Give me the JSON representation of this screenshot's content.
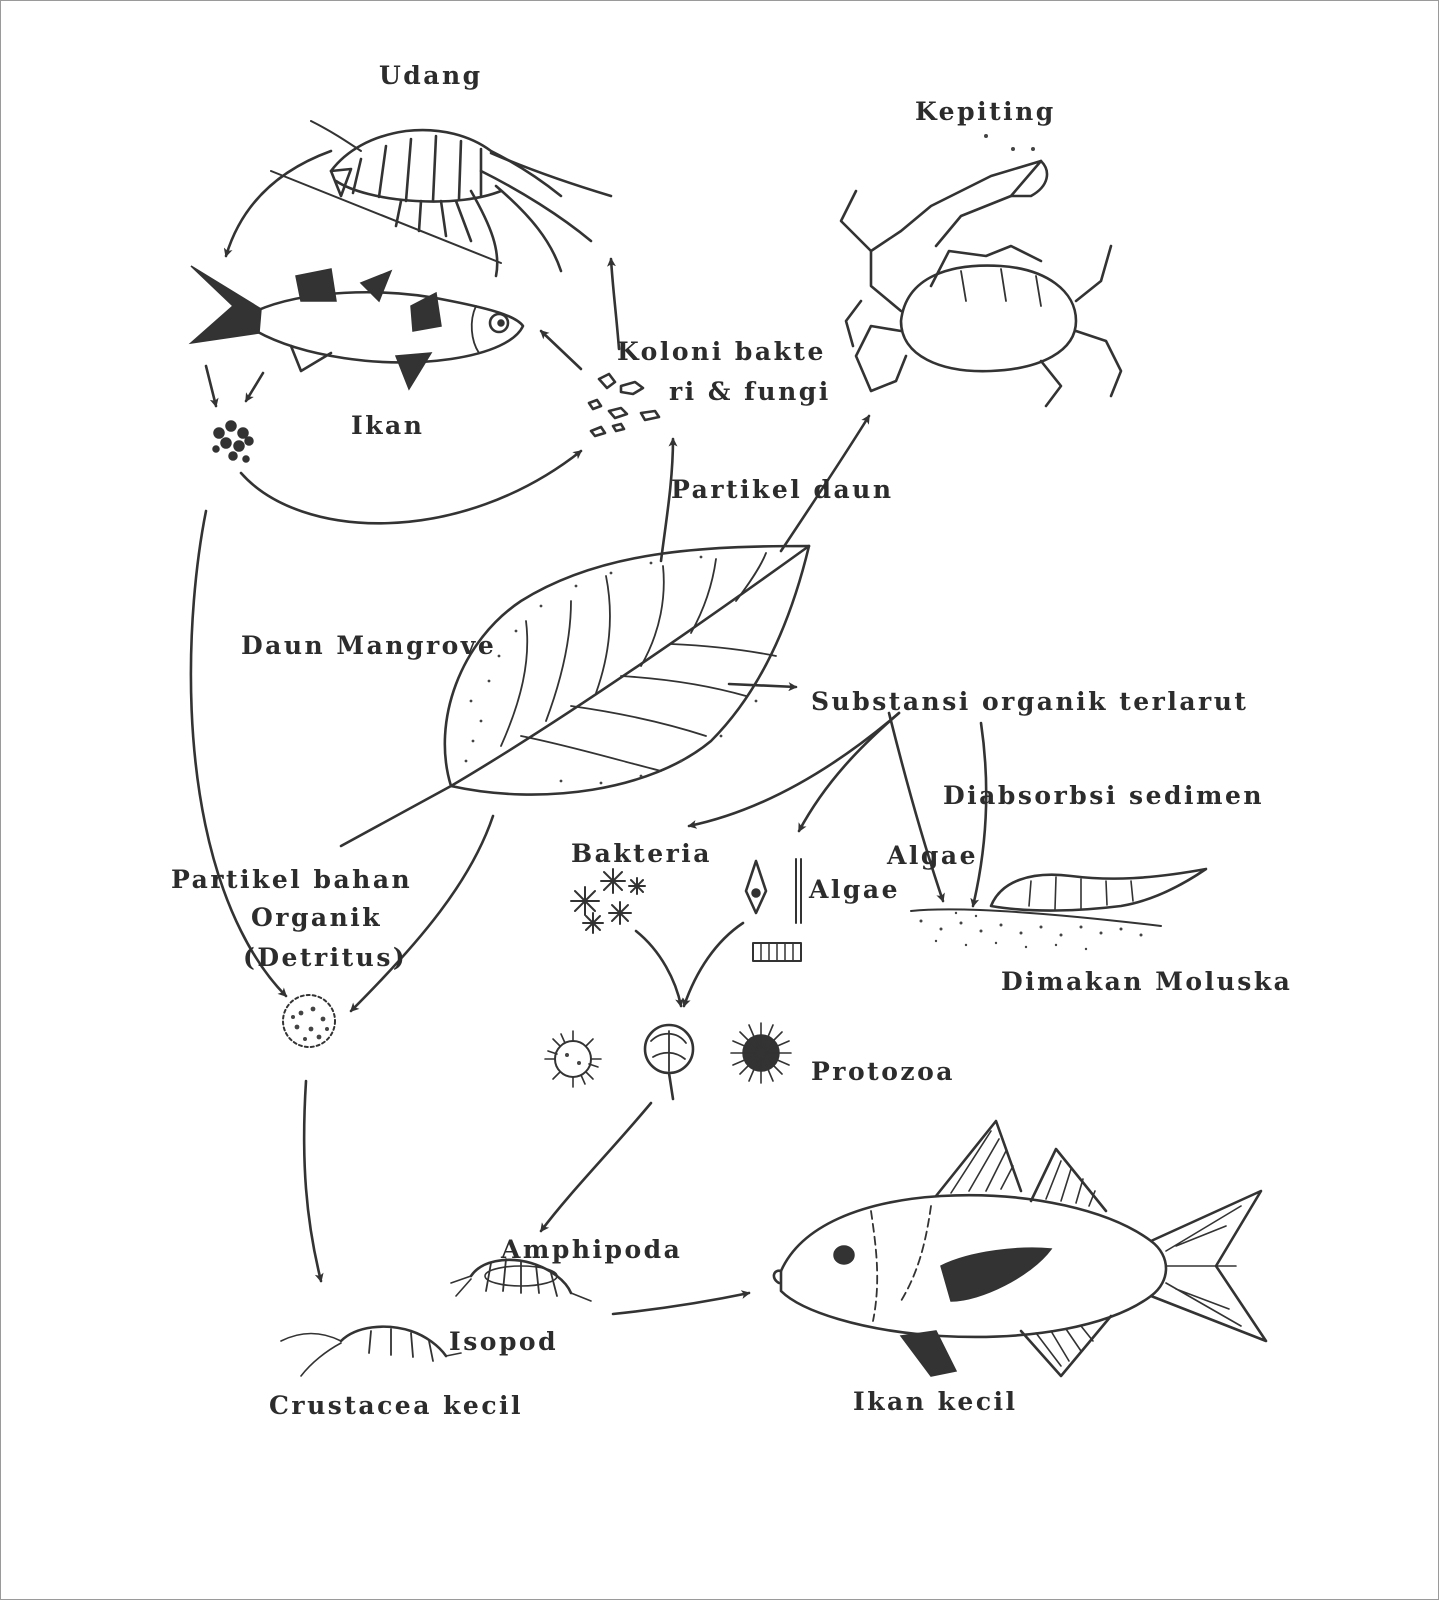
{
  "labels": {
    "udang": "Udang",
    "kepiting": "Kepiting",
    "ikan": "Ikan",
    "koloni_line1": "Koloni bakte",
    "koloni_line2": "ri & fungi",
    "partikel_daun": "Partikel daun",
    "daun_mangrove": "Daun Mangrove",
    "substansi": "Substansi organik terlarut",
    "diabsorbsi": "Diabsorbsi sedimen",
    "bakteria": "Bakteria",
    "algae_upper": "Algae",
    "algae_lower": "Algae",
    "detritus_line1": "Partikel bahan",
    "detritus_line2": "Organik",
    "detritus_line3": "(Detritus)",
    "dimakan_moluska": "Dimakan Moluska",
    "protozoa": "Protozoa",
    "amphipoda": "Amphipoda",
    "isopod": "Isopod",
    "crustacea_kecil": "Crustacea kecil",
    "ikan_kecil": "Ikan kecil"
  },
  "colors": {
    "ink": "#333333",
    "frame": "#9a9a9a",
    "background": "#ffffff"
  },
  "icons": [
    "shrimp-icon",
    "crab-icon",
    "fish-icon",
    "small-fish-icon",
    "mangrove-leaf-icon",
    "bacteria-fungi-colony-icon",
    "leaf-particles-icon",
    "detritus-particle-icon",
    "bacteria-icon",
    "algae-icon",
    "protozoa-icon",
    "mollusk-sediment-icon",
    "amphipod-icon",
    "isopod-icon",
    "small-crustacean-icon",
    "fish-eggs-icon"
  ]
}
